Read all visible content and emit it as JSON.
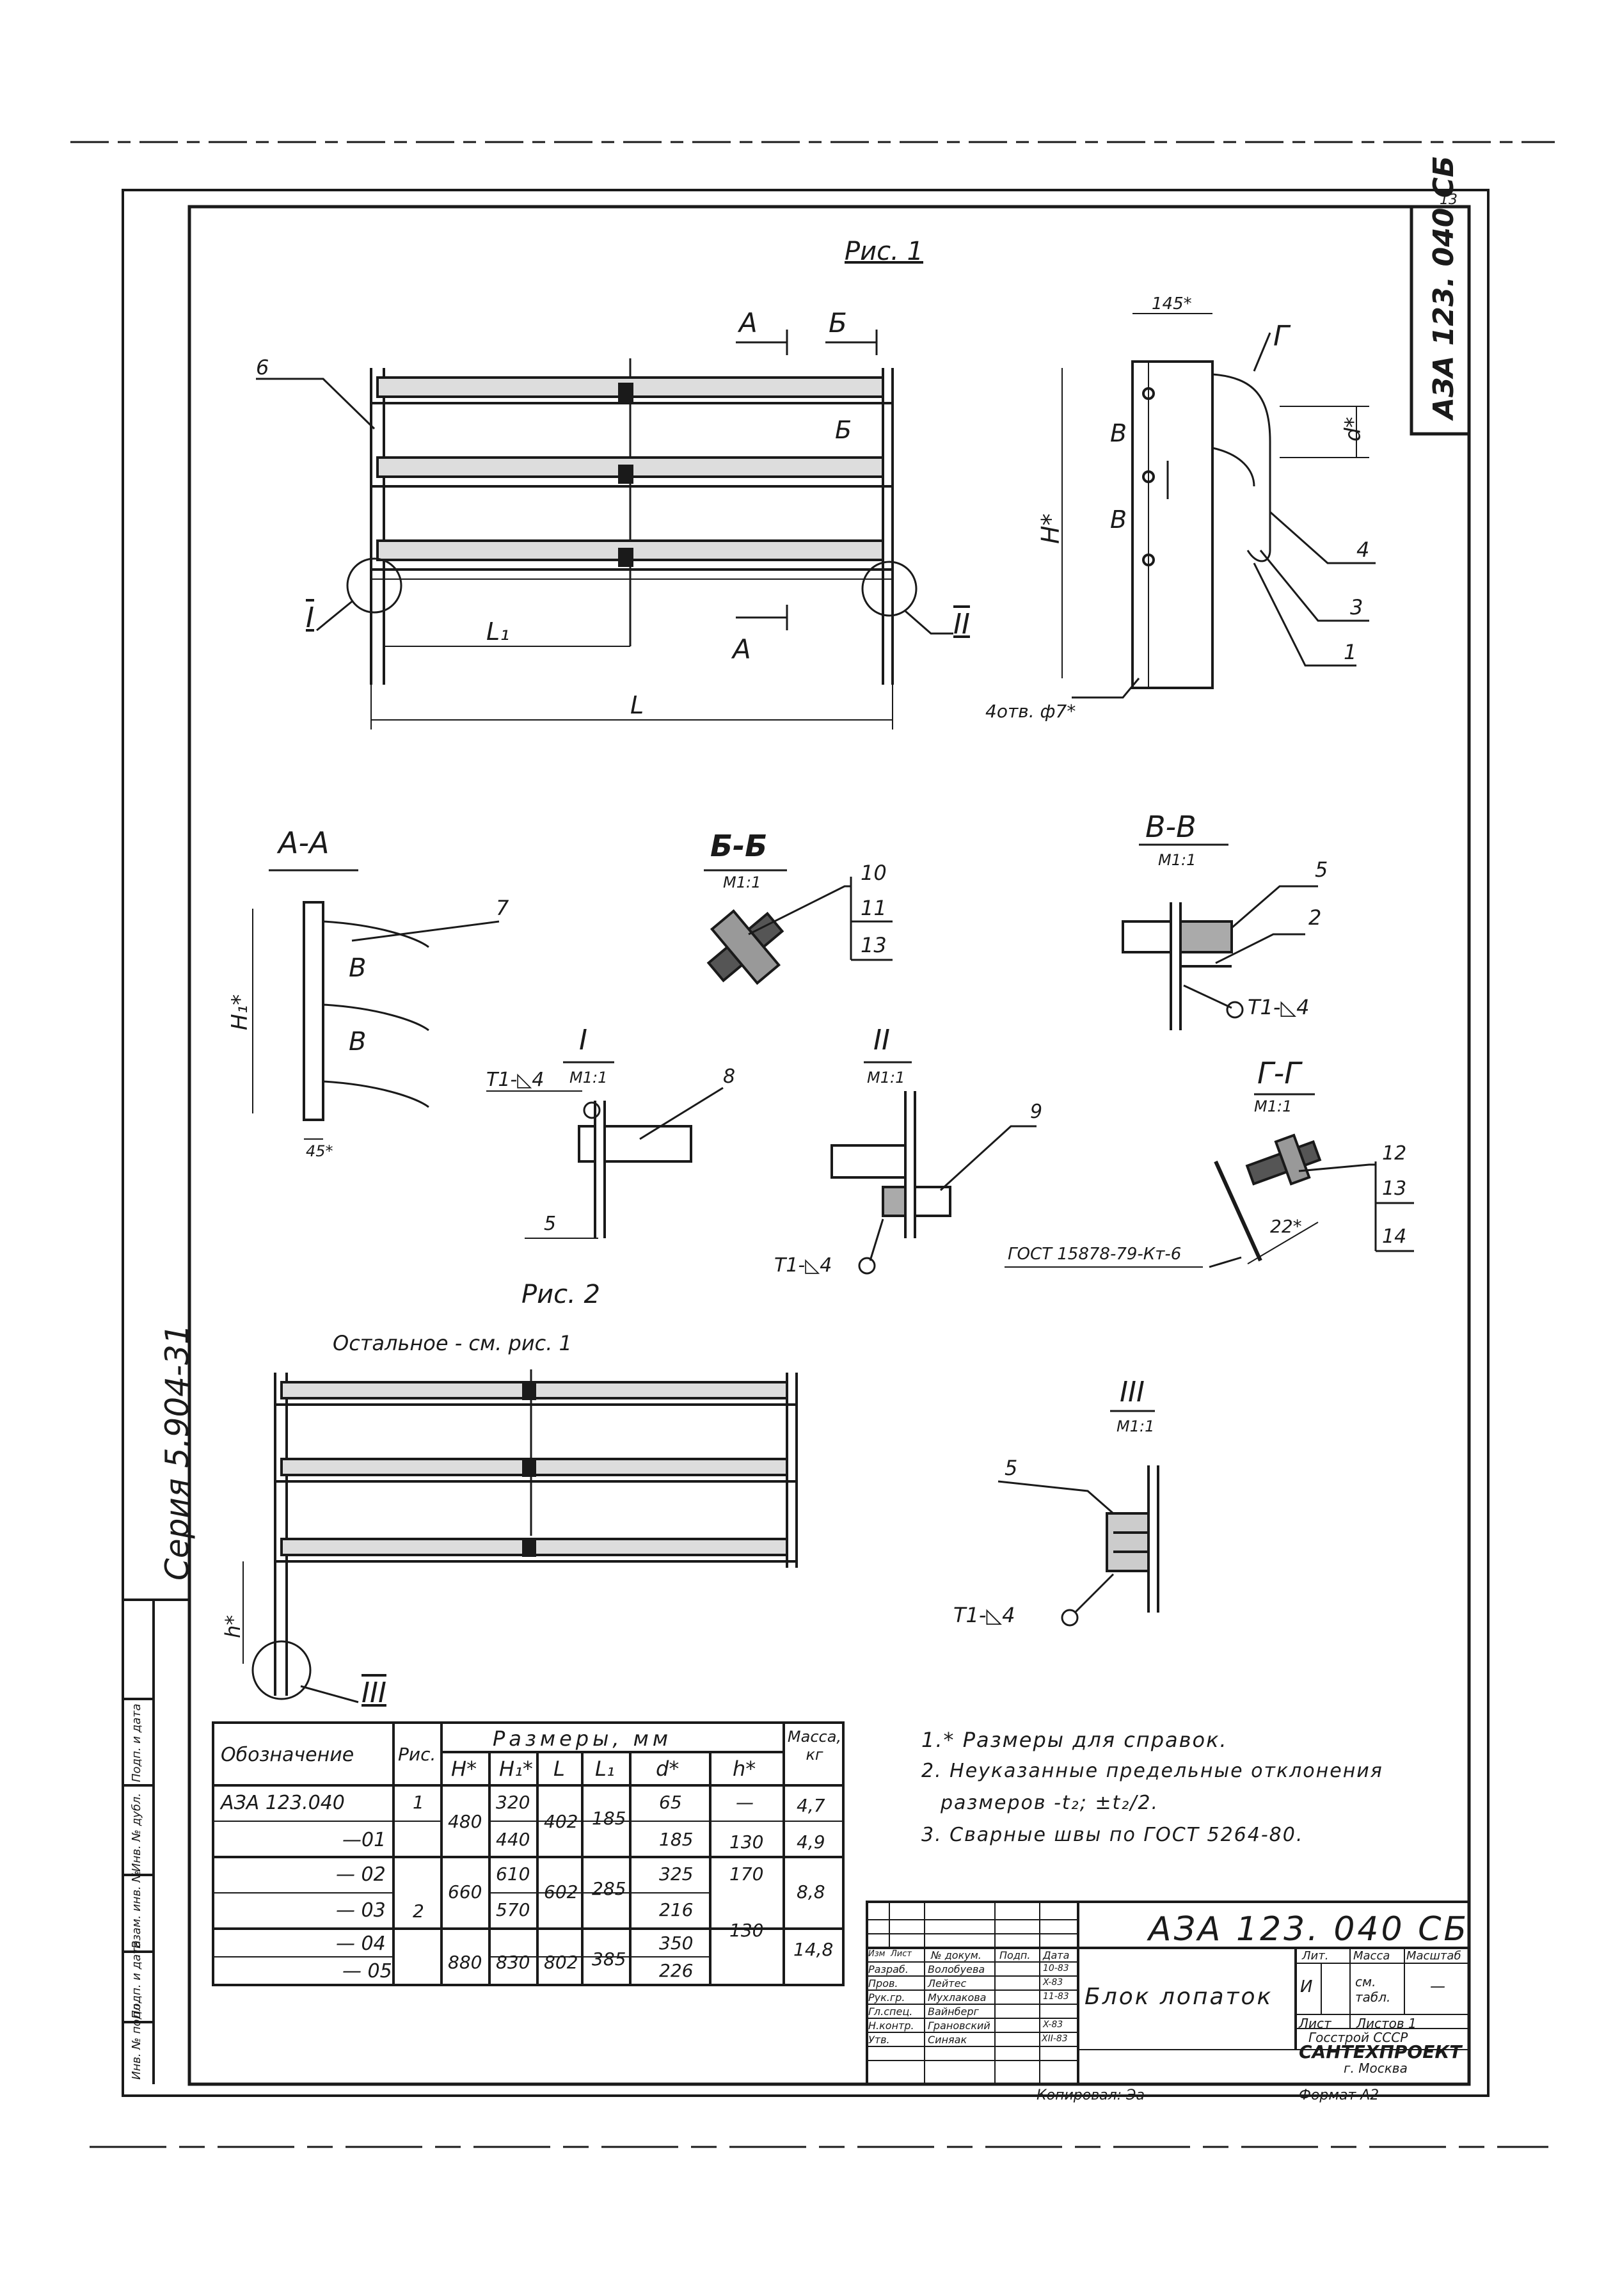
{
  "stamp_code": "АЗА 123. 040 СБ",
  "series": "Серия 5.904-31",
  "fig1": {
    "title": "Рис. 1",
    "section_A": "А",
    "section_B": "Б",
    "dim_L": "L",
    "dim_L1": "L₁",
    "callout_6": "6",
    "callout_I": "I",
    "callout_II": "II",
    "side": {
      "dim_145": "145*",
      "dim_H": "H*",
      "dim_d": "d*",
      "label_G": "Г",
      "label_V": "В",
      "callout_4": "4",
      "callout_3": "3",
      "callout_1": "1",
      "holes": "4отв. ф7*"
    }
  },
  "sections": {
    "AA": {
      "title": "А-А",
      "label_V": "В",
      "dim_H1": "H₁*",
      "dim_45": "45*",
      "callout_7": "7"
    },
    "BB": {
      "title": "Б-Б",
      "scale": "М1:1",
      "callout_10": "10",
      "callout_11": "11",
      "callout_13": "13"
    },
    "VV": {
      "title": "В-В",
      "scale": "М1:1",
      "callout_5": "5",
      "callout_2": "2",
      "weld": "Т1-◺4"
    },
    "I": {
      "title": "I",
      "scale": "М1:1",
      "weld": "Т1-◺4",
      "callout_8": "8",
      "callout_5": "5"
    },
    "II": {
      "title": "II",
      "scale": "М1:1",
      "callout_9": "9",
      "weld": "Т1-◺4"
    },
    "GG": {
      "title": "Г-Г",
      "scale": "М1:1",
      "callout_12": "12",
      "callout_13": "13",
      "callout_14": "14",
      "dim_22": "22*",
      "gost": "ГОСТ 15878-79-Кт-6"
    },
    "III": {
      "title": "III",
      "scale": "М1:1",
      "callout_5": "5",
      "weld": "Т1-◺4"
    }
  },
  "fig2": {
    "title": "Рис. 2",
    "note": "Остальное - см. рис. 1",
    "dim_h": "h*",
    "callout_III": "III"
  },
  "table": {
    "headers": {
      "designation": "Обозначение",
      "fig": "Рис.",
      "dims_group": "Размеры, мм",
      "H": "H*",
      "H1": "H₁*",
      "L": "L",
      "L1": "L₁",
      "d": "d*",
      "h": "h*",
      "mass": "Масса, кг"
    },
    "rows": [
      {
        "designation": "АЗА 123.040",
        "fig": "1",
        "H": "480",
        "H1": "320",
        "L": "402",
        "L1": "185",
        "d": "65",
        "h": "—",
        "mass": "4,7"
      },
      {
        "designation": "—01",
        "fig": "",
        "H": "",
        "H1": "440",
        "L": "",
        "L1": "",
        "d": "185",
        "h": "130",
        "mass": "4,9"
      },
      {
        "designation": "— 02",
        "fig": "2",
        "H": "660",
        "H1": "610",
        "L": "602",
        "L1": "285",
        "d": "325",
        "h": "170",
        "mass": "8,8"
      },
      {
        "designation": "— 03",
        "fig": "",
        "H": "",
        "H1": "570",
        "L": "",
        "L1": "",
        "d": "216",
        "h": "",
        "mass": ""
      },
      {
        "designation": "— 04",
        "fig": "",
        "H": "880",
        "H1": "830",
        "L": "802",
        "L1": "385",
        "d": "350",
        "h": "130",
        "mass": "14,8"
      },
      {
        "designation": "— 05",
        "fig": "",
        "H": "",
        "H1": "",
        "L": "",
        "L1": "",
        "d": "226",
        "h": "",
        "mass": ""
      }
    ]
  },
  "notes": [
    "1.* Размеры для справок.",
    "2. Неуказанные предельные отклонения",
    "размеров -t₂; ±t₂/2.",
    "3. Сварные швы по ГОСТ 5264-80."
  ],
  "title_block": {
    "code": "АЗА 123. 040 СБ",
    "name": "Блок лопаток",
    "lit_header": "Лит.",
    "mass_header": "Масса",
    "scale_header": "Масштаб",
    "lit_value": "И",
    "mass_value": "см. табл.",
    "scale_value": "—",
    "sheet": "Лист",
    "sheets": "Листов 1",
    "org1": "Госстрой СССР",
    "org2": "САНТЕХПРОЕКТ",
    "org3": "г. Москва",
    "col_izm": "Изм",
    "col_list": "Лист",
    "col_doc": "№ докум.",
    "col_sign": "Подп.",
    "col_date": "Дата",
    "roles": [
      {
        "role": "Разраб.",
        "name": "Волобуева",
        "date": "10-83"
      },
      {
        "role": "Пров.",
        "name": "Лейтес",
        "date": "X-83"
      },
      {
        "role": "Рук.гр.",
        "name": "Мухлакова",
        "date": "11-83"
      },
      {
        "role": "Гл.спец.",
        "name": "Вайнберг",
        "date": ""
      },
      {
        "role": "Н.контр.",
        "name": "Грановский",
        "date": "X-83"
      },
      {
        "role": "Утв.",
        "name": "Синяак",
        "date": "XII-83"
      }
    ],
    "copied": "Копировал: Эа",
    "format": "Формат А2"
  },
  "side_strip": [
    "Инв. № подл.",
    "Подп. и дата",
    "Взам. инв. №",
    "Инв. № дубл.",
    "Подп. и дата"
  ],
  "sheet_number": "13"
}
